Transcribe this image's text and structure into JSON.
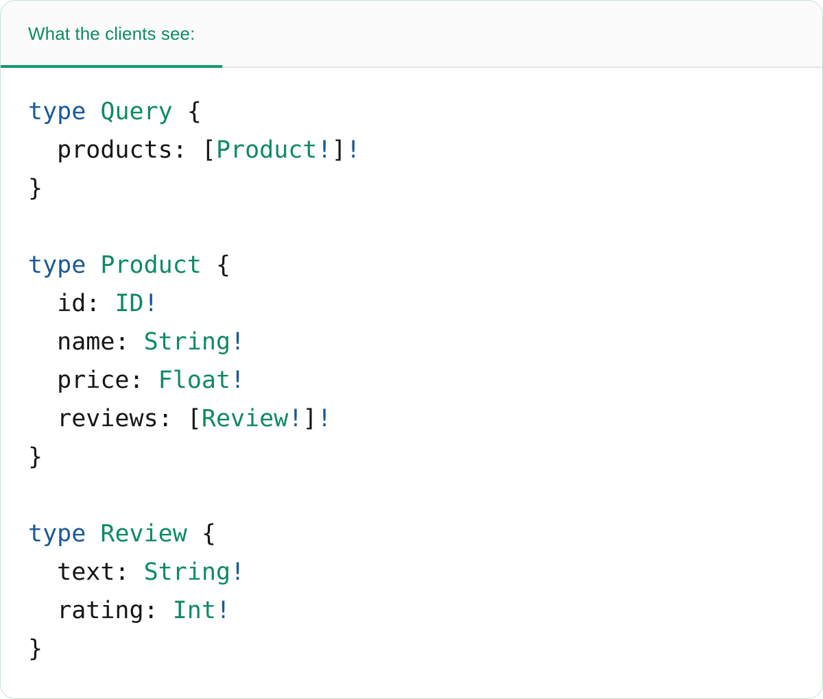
{
  "card": {
    "border_color": "#bfe0d0",
    "background": "#ffffff"
  },
  "tabs": [
    {
      "id": "clients-view",
      "label": "What the clients see:",
      "active": true,
      "color": "#0e8a63",
      "underline_color": "#12996e"
    }
  ],
  "palette": {
    "keyword": "#1a5a96",
    "type_name": "#0e8a63",
    "field_name": "#161616",
    "punctuation": "#161616",
    "non_null_bang": "#1a5a96",
    "header_background": "#fbfbfb",
    "divider": "#e4e4e4"
  },
  "code": {
    "language": "graphql",
    "plain_text": "type Query {\n  products: [Product!]!\n}\n\ntype Product {\n  id: ID!\n  name: String!\n  price: Float!\n  reviews: [Review!]!\n}\n\ntype Review {\n  text: String!\n  rating: Int!\n}",
    "lines": [
      [
        {
          "t": "kw",
          "v": "type"
        },
        {
          "t": "plain",
          "v": " "
        },
        {
          "t": "type",
          "v": "Query"
        },
        {
          "t": "plain",
          "v": " "
        },
        {
          "t": "punc",
          "v": "{"
        }
      ],
      [
        {
          "t": "field",
          "v": "  products"
        },
        {
          "t": "punc",
          "v": ": "
        },
        {
          "t": "punc",
          "v": "["
        },
        {
          "t": "type",
          "v": "Product"
        },
        {
          "t": "bang",
          "v": "!"
        },
        {
          "t": "punc",
          "v": "]"
        },
        {
          "t": "bang",
          "v": "!"
        }
      ],
      [
        {
          "t": "punc",
          "v": "}"
        }
      ],
      [],
      [
        {
          "t": "kw",
          "v": "type"
        },
        {
          "t": "plain",
          "v": " "
        },
        {
          "t": "type",
          "v": "Product"
        },
        {
          "t": "plain",
          "v": " "
        },
        {
          "t": "punc",
          "v": "{"
        }
      ],
      [
        {
          "t": "field",
          "v": "  id"
        },
        {
          "t": "punc",
          "v": ": "
        },
        {
          "t": "type",
          "v": "ID"
        },
        {
          "t": "bang",
          "v": "!"
        }
      ],
      [
        {
          "t": "field",
          "v": "  name"
        },
        {
          "t": "punc",
          "v": ": "
        },
        {
          "t": "type",
          "v": "String"
        },
        {
          "t": "bang",
          "v": "!"
        }
      ],
      [
        {
          "t": "field",
          "v": "  price"
        },
        {
          "t": "punc",
          "v": ": "
        },
        {
          "t": "type",
          "v": "Float"
        },
        {
          "t": "bang",
          "v": "!"
        }
      ],
      [
        {
          "t": "field",
          "v": "  reviews"
        },
        {
          "t": "punc",
          "v": ": "
        },
        {
          "t": "punc",
          "v": "["
        },
        {
          "t": "type",
          "v": "Review"
        },
        {
          "t": "bang",
          "v": "!"
        },
        {
          "t": "punc",
          "v": "]"
        },
        {
          "t": "bang",
          "v": "!"
        }
      ],
      [
        {
          "t": "punc",
          "v": "}"
        }
      ],
      [],
      [
        {
          "t": "kw",
          "v": "type"
        },
        {
          "t": "plain",
          "v": " "
        },
        {
          "t": "type",
          "v": "Review"
        },
        {
          "t": "plain",
          "v": " "
        },
        {
          "t": "punc",
          "v": "{"
        }
      ],
      [
        {
          "t": "field",
          "v": "  text"
        },
        {
          "t": "punc",
          "v": ": "
        },
        {
          "t": "type",
          "v": "String"
        },
        {
          "t": "bang",
          "v": "!"
        }
      ],
      [
        {
          "t": "field",
          "v": "  rating"
        },
        {
          "t": "punc",
          "v": ": "
        },
        {
          "t": "type",
          "v": "Int"
        },
        {
          "t": "bang",
          "v": "!"
        }
      ],
      [
        {
          "t": "punc",
          "v": "}"
        }
      ]
    ]
  }
}
